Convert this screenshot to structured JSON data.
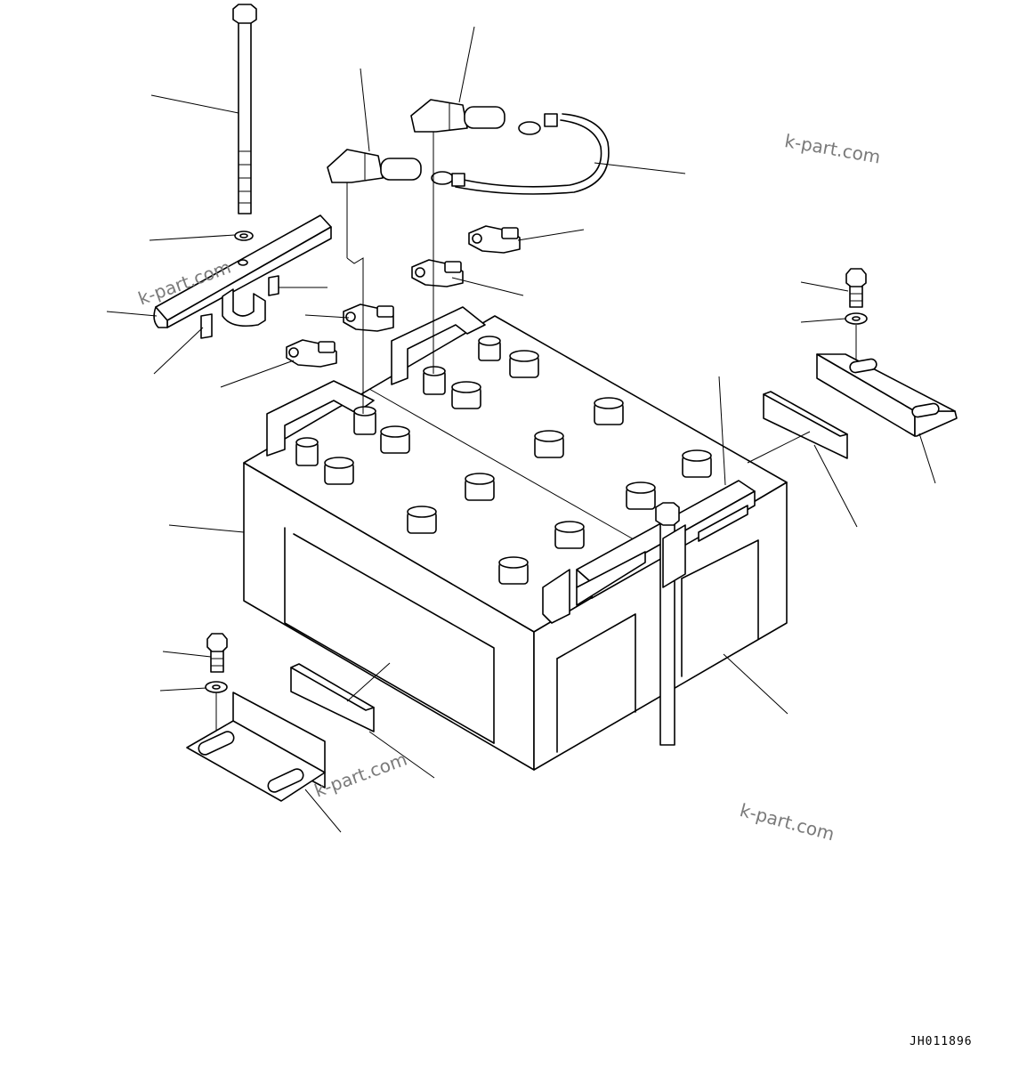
{
  "diagram": {
    "drawing_number": "JH011896",
    "watermarks": [
      "k-part.com",
      "k-part.com",
      "k-part.com",
      "k-part.com"
    ]
  }
}
